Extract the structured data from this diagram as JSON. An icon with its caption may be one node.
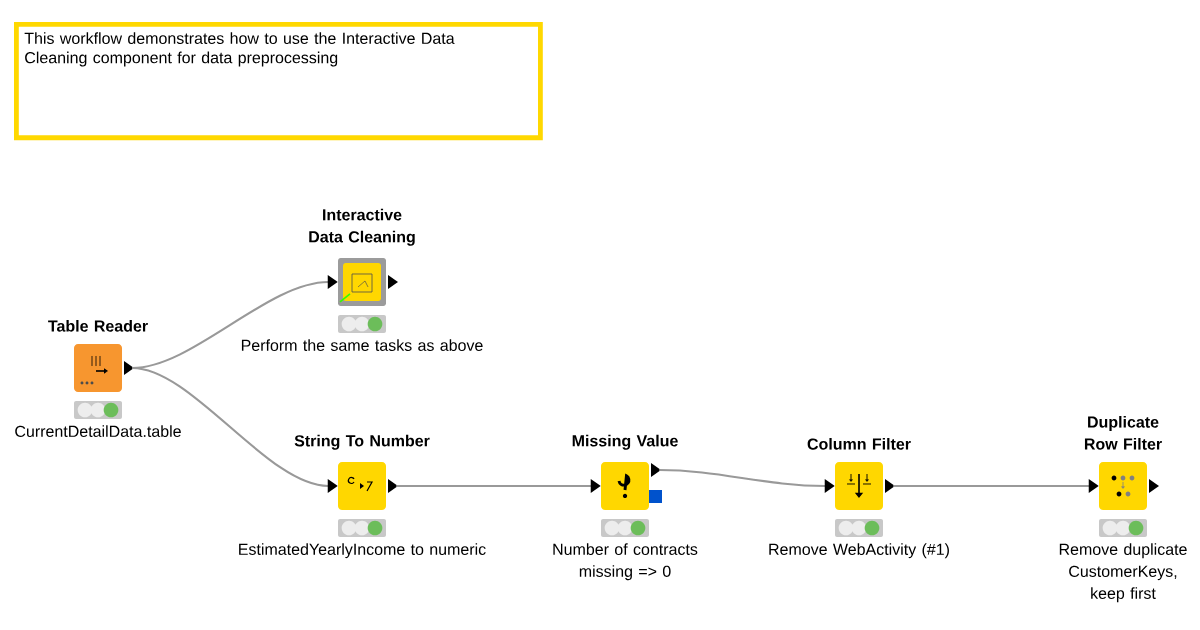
{
  "diagram": {
    "nodes": [
      {
        "text": [
          "This workflow demonstrates how to use the Interactive Data Cleaning component for data preprocessing"
        ]
      },
      {
        "text": [
          "Table Reader"
        ],
        "beside": [
          "CurrentDetailData.table"
        ]
      },
      {
        "text": [
          "Interactive Data Cleaning"
        ],
        "beside": [
          "Perform the same tasks as above"
        ]
      },
      {
        "text": [
          "String To Number"
        ],
        "beside": [
          "EstimatedYearlyIncome to numeric"
        ]
      },
      {
        "text": [
          "Missing Value"
        ],
        "beside": [
          "Number of contracts missing => 0"
        ]
      },
      {
        "text": [
          "Column Filter"
        ],
        "beside": [
          "Remove WebActivity (#1)"
        ]
      },
      {
        "text": [
          "Duplicate Row Filter"
        ],
        "beside": [
          "Remove duplicate CustomerKeys, keep first"
        ]
      }
    ],
    "edges": [
      {
        "from": 1,
        "to": 2,
        "arrow": "to"
      },
      {
        "from": 1,
        "to": 3,
        "arrow": "to"
      },
      {
        "from": 3,
        "to": 4,
        "arrow": "to"
      },
      {
        "from": 4,
        "to": 5,
        "arrow": "to"
      },
      {
        "from": 5,
        "to": 6,
        "arrow": "to"
      }
    ]
  }
}
